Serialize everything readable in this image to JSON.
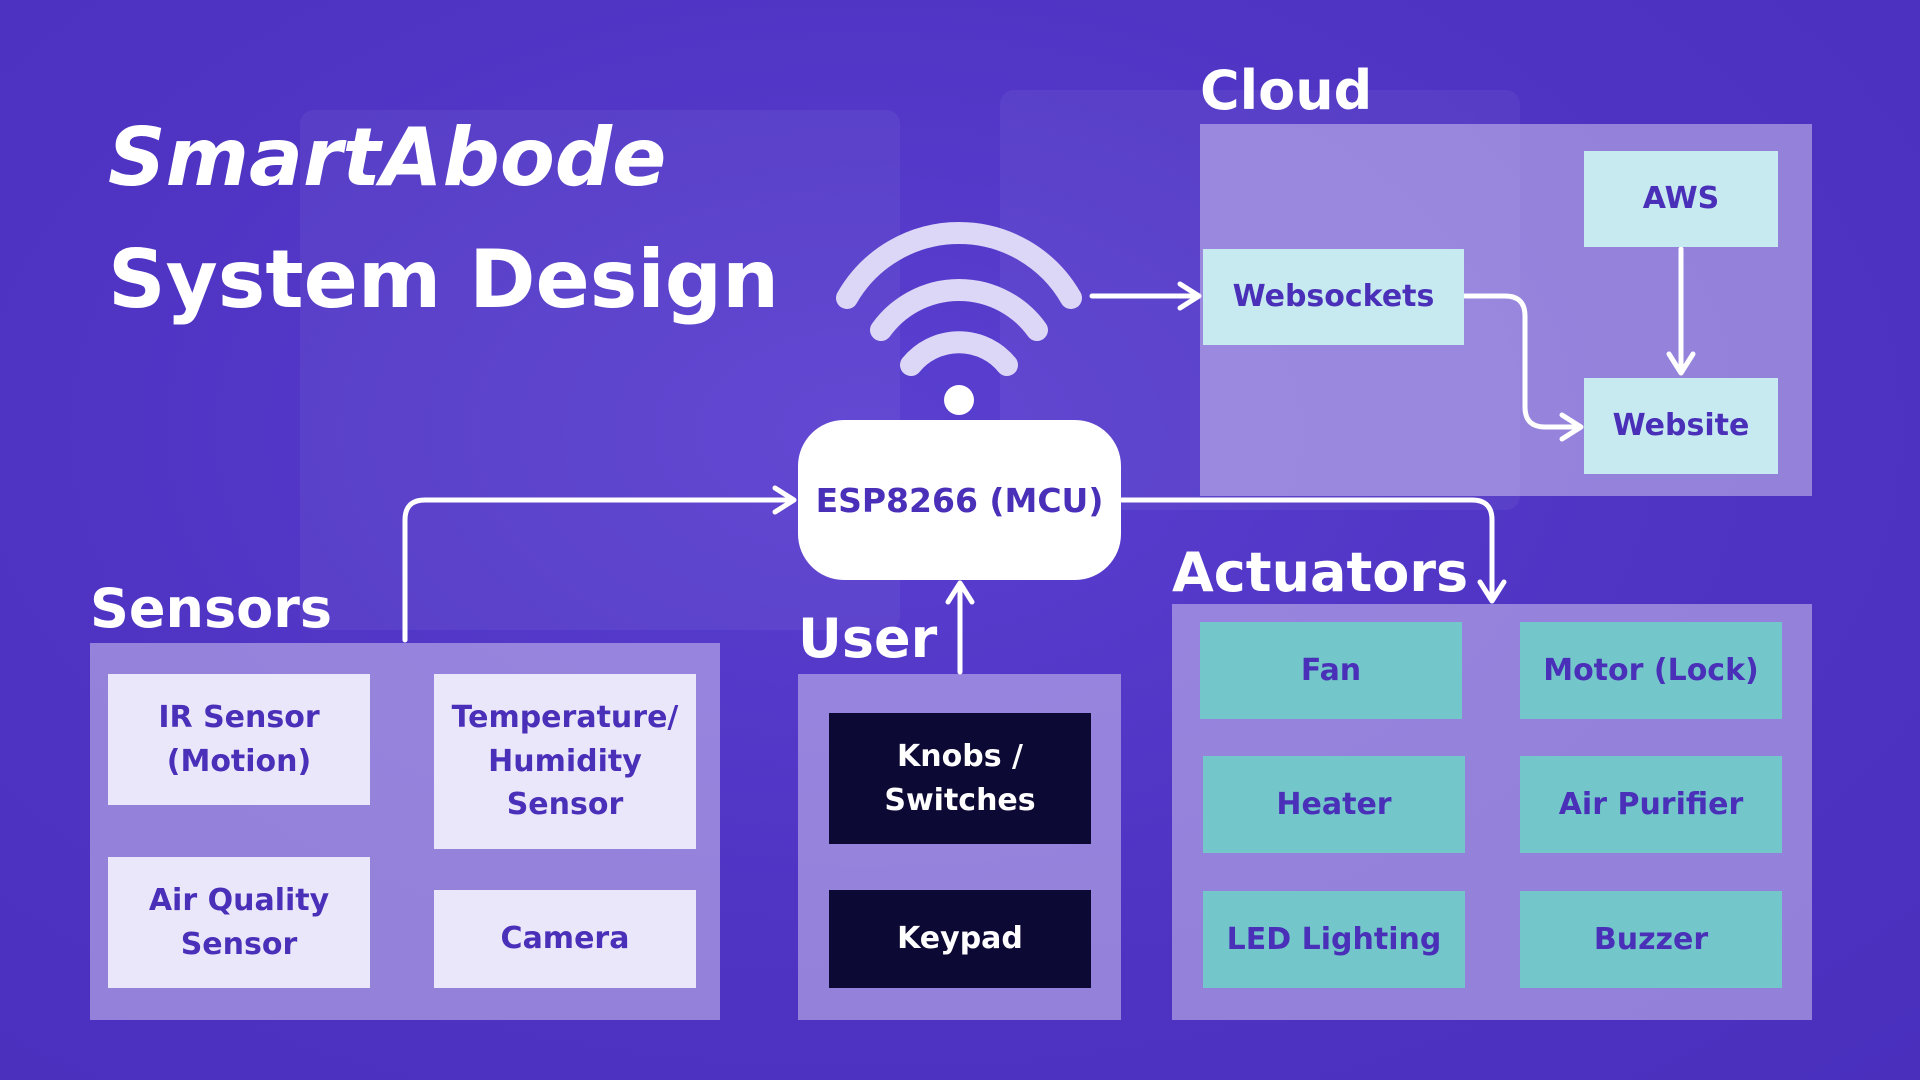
{
  "title": {
    "line1": "SmartAbode",
    "line2": "System Design"
  },
  "groups": {
    "cloud": "Cloud",
    "sensors": "Sensors",
    "user": "User",
    "actuators": "Actuators"
  },
  "mcu": "ESP8266 (MCU)",
  "cloud": {
    "aws": "AWS",
    "websockets": "Websockets",
    "website": "Website"
  },
  "sensors": {
    "ir": "IR Sensor\n(Motion)",
    "temp": "Temperature/\nHumidity\nSensor",
    "air_quality": "Air Quality\nSensor",
    "camera": "Camera"
  },
  "user": {
    "knobs": "Knobs /\nSwitches",
    "keypad": "Keypad"
  },
  "actuators": {
    "fan": "Fan",
    "motor": "Motor (Lock)",
    "heater": "Heater",
    "air_purifier": "Air Purifier",
    "led": "LED Lighting",
    "buzzer": "Buzzer"
  },
  "icons": {
    "wifi": "wifi-icon"
  },
  "colors": {
    "background": "#5236c6",
    "node_light": "#ebe7fb",
    "node_cyan": "#c7eaf0",
    "node_teal": "#73c6c9",
    "node_dark": "#0c0934",
    "text_accent": "#4a2fb9"
  }
}
